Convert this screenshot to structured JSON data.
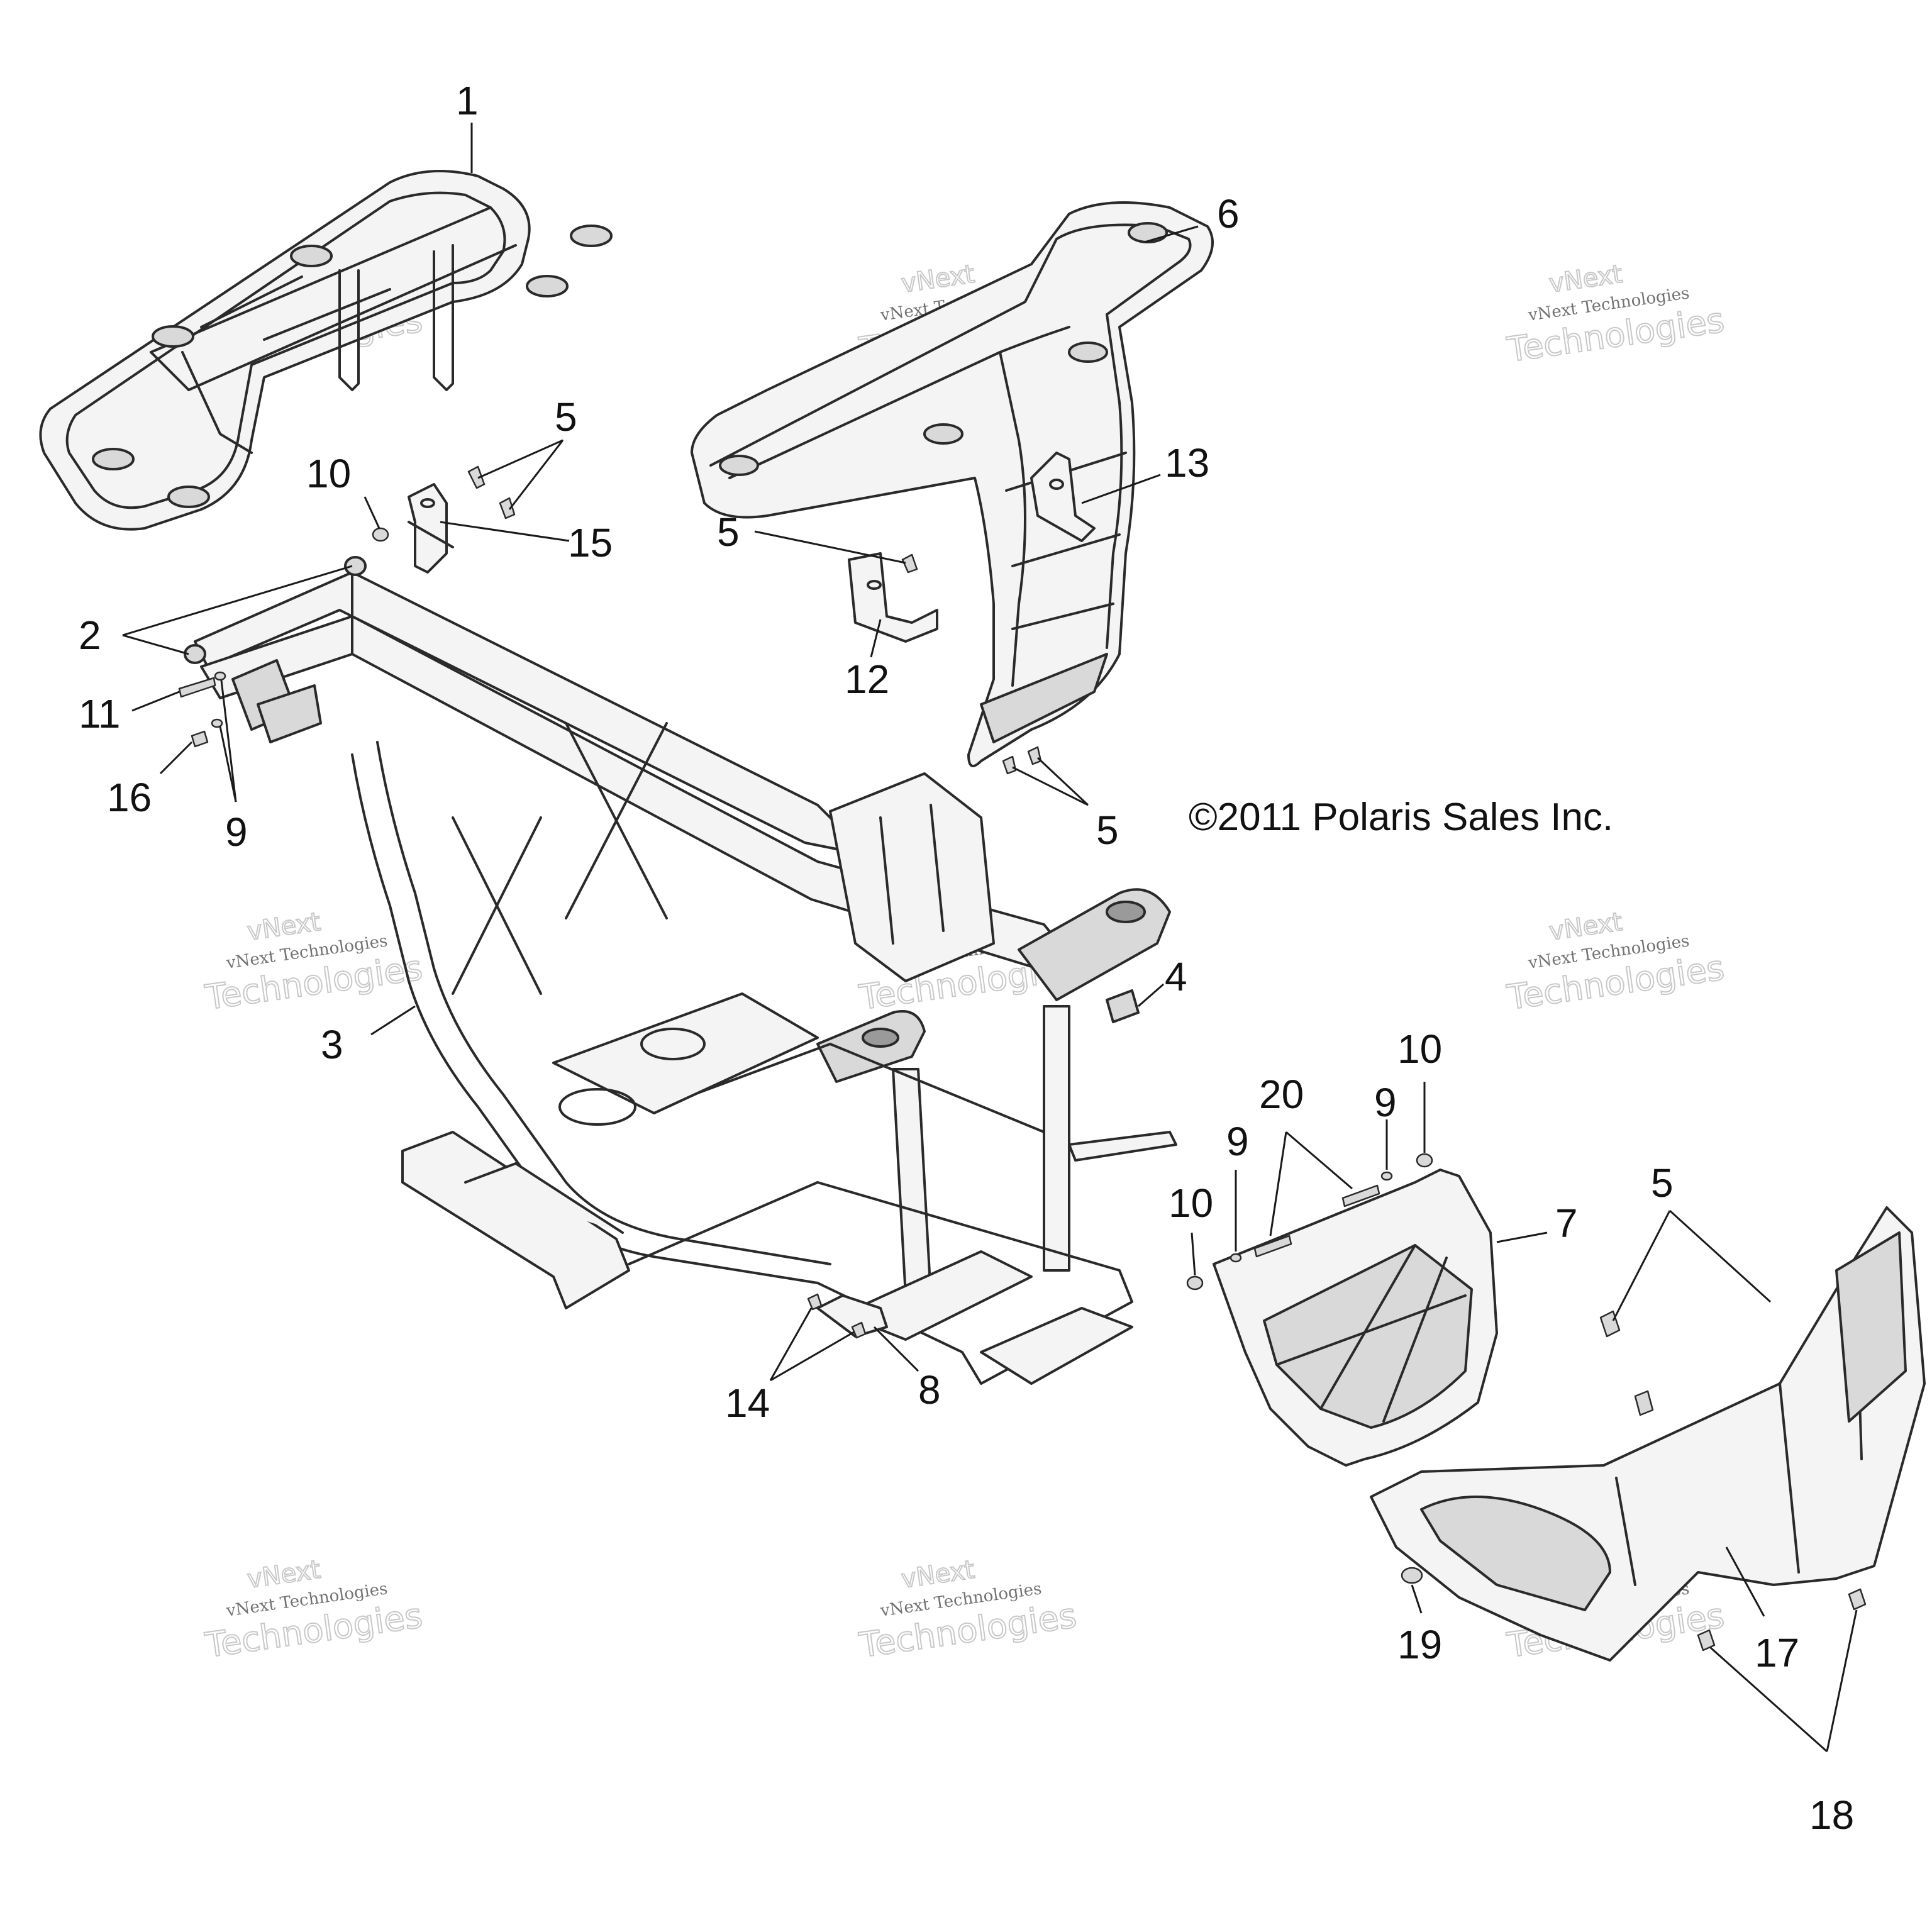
{
  "copyright": "©2011 Polaris Sales Inc.",
  "watermark": {
    "top": "vNext",
    "small": "vNext Technologies",
    "big": "Technologies"
  },
  "callouts": {
    "c1": "1",
    "c2": "2",
    "c3": "3",
    "c4": "4",
    "c5a": "5",
    "c5b": "5",
    "c5c": "5",
    "c5d": "5",
    "c6": "6",
    "c7": "7",
    "c8": "8",
    "c9a": "9",
    "c9b": "9",
    "c9c": "9",
    "c10a": "10",
    "c10b": "10",
    "c10c": "10",
    "c11": "11",
    "c12": "12",
    "c13": "13",
    "c14": "14",
    "c15": "15",
    "c16": "16",
    "c17": "17",
    "c18": "18",
    "c19": "19",
    "c20": "20"
  },
  "colors": {
    "ink": "#2a2a2a",
    "watermark": "#c8c8c8",
    "background": "#ffffff"
  }
}
